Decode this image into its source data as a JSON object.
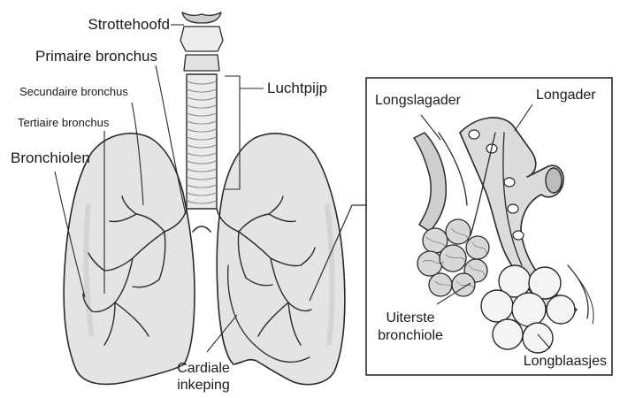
{
  "labels": {
    "larynx": "Strottehoofd",
    "primary_bronchus": "Primaire bronchus",
    "trachea": "Luchtpijp",
    "secondary_bronchus": "Secundaire bronchus",
    "tertiary_bronchus": "Tertiaire bronchus",
    "bronchioles": "Bronchiolen",
    "cardiac_notch_line1": "Cardiale",
    "cardiac_notch_line2": "inkeping",
    "pulmonary_artery": "Longslagader",
    "pulmonary_vein": "Longader",
    "terminal_bronchiole_line1": "Uiterste",
    "terminal_bronchiole_line2": "bronchiole",
    "alveoli": "Longblaasjes"
  },
  "colors": {
    "ink": "#2a2a2a",
    "lung_fill": "#e4e4e4",
    "tissue_fill": "#d6d6d6",
    "background": "#ffffff"
  }
}
